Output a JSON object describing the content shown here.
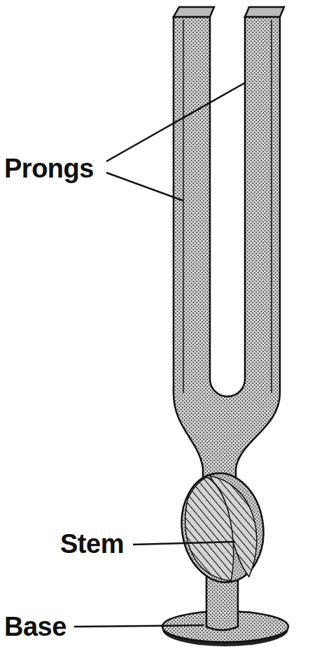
{
  "diagram": {
    "labels": [
      "Prongs",
      "Stem",
      "Base"
    ]
  }
}
